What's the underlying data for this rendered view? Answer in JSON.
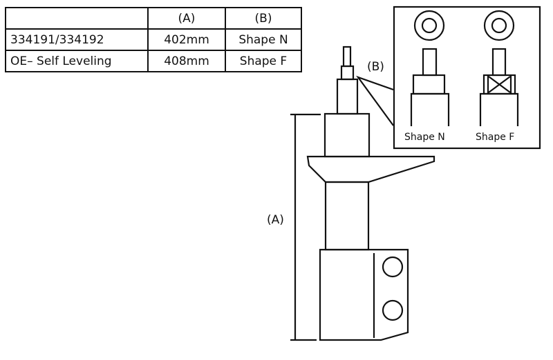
{
  "table": {
    "headers": [
      "",
      "(A)",
      "(B)"
    ],
    "rows": [
      [
        "334191/334192",
        "402mm",
        "Shape N"
      ],
      [
        "OE– Self Leveling",
        "408mm",
        "Shape F"
      ]
    ]
  },
  "diagram": {
    "label_a": "(A)",
    "label_b": "(B)",
    "shape_n": "Shape N",
    "shape_f": "Shape F"
  }
}
